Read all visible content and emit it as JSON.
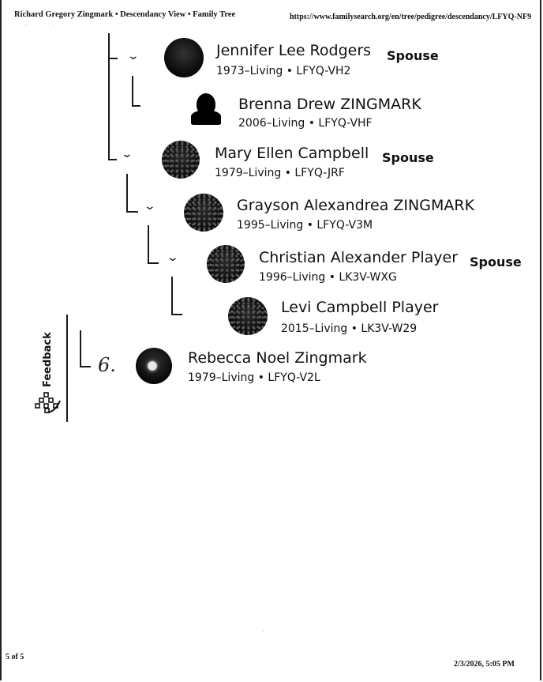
{
  "header": {
    "left": "Richard Gregory Zingmark • Descendancy View • Family Tree",
    "right": "https://www.familysearch.org/en/tree/pedigree/descendancy/LFYQ-NF9"
  },
  "people": [
    {
      "name": "Jennifer Lee Rodgers",
      "tag": "Spouse",
      "meta": "1973–Living • LFYQ-VH2"
    },
    {
      "name": "Brenna Drew ZINGMARK",
      "tag": "",
      "meta": "2006–Living • LFYQ-VHF"
    },
    {
      "name": "Mary Ellen Campbell",
      "tag": "Spouse",
      "meta": "1979–Living • LFYQ-JRF"
    },
    {
      "name": "Grayson Alexandrea ZINGMARK",
      "tag": "",
      "meta": "1995–Living • LFYQ-V3M"
    },
    {
      "name": "Christian Alexander Player",
      "tag": "Spouse",
      "meta": "1996–Living • LK3V-WXG"
    },
    {
      "name": "Levi Campbell Player",
      "tag": "",
      "meta": "2015–Living • LK3V-W29"
    },
    {
      "name": "Rebecca Noel Zingmark",
      "tag": "",
      "meta": "1979–Living • LFYQ-V2L"
    }
  ],
  "feedback": {
    "label": "Feedback",
    "icon": "tree-icon"
  },
  "annotation": {
    "handwritten": "6."
  },
  "footer": {
    "page": "5 of 5",
    "timestamp": "2/3/2026, 5:05 PM"
  },
  "icons": {
    "expand": "chevron-down-icon"
  }
}
